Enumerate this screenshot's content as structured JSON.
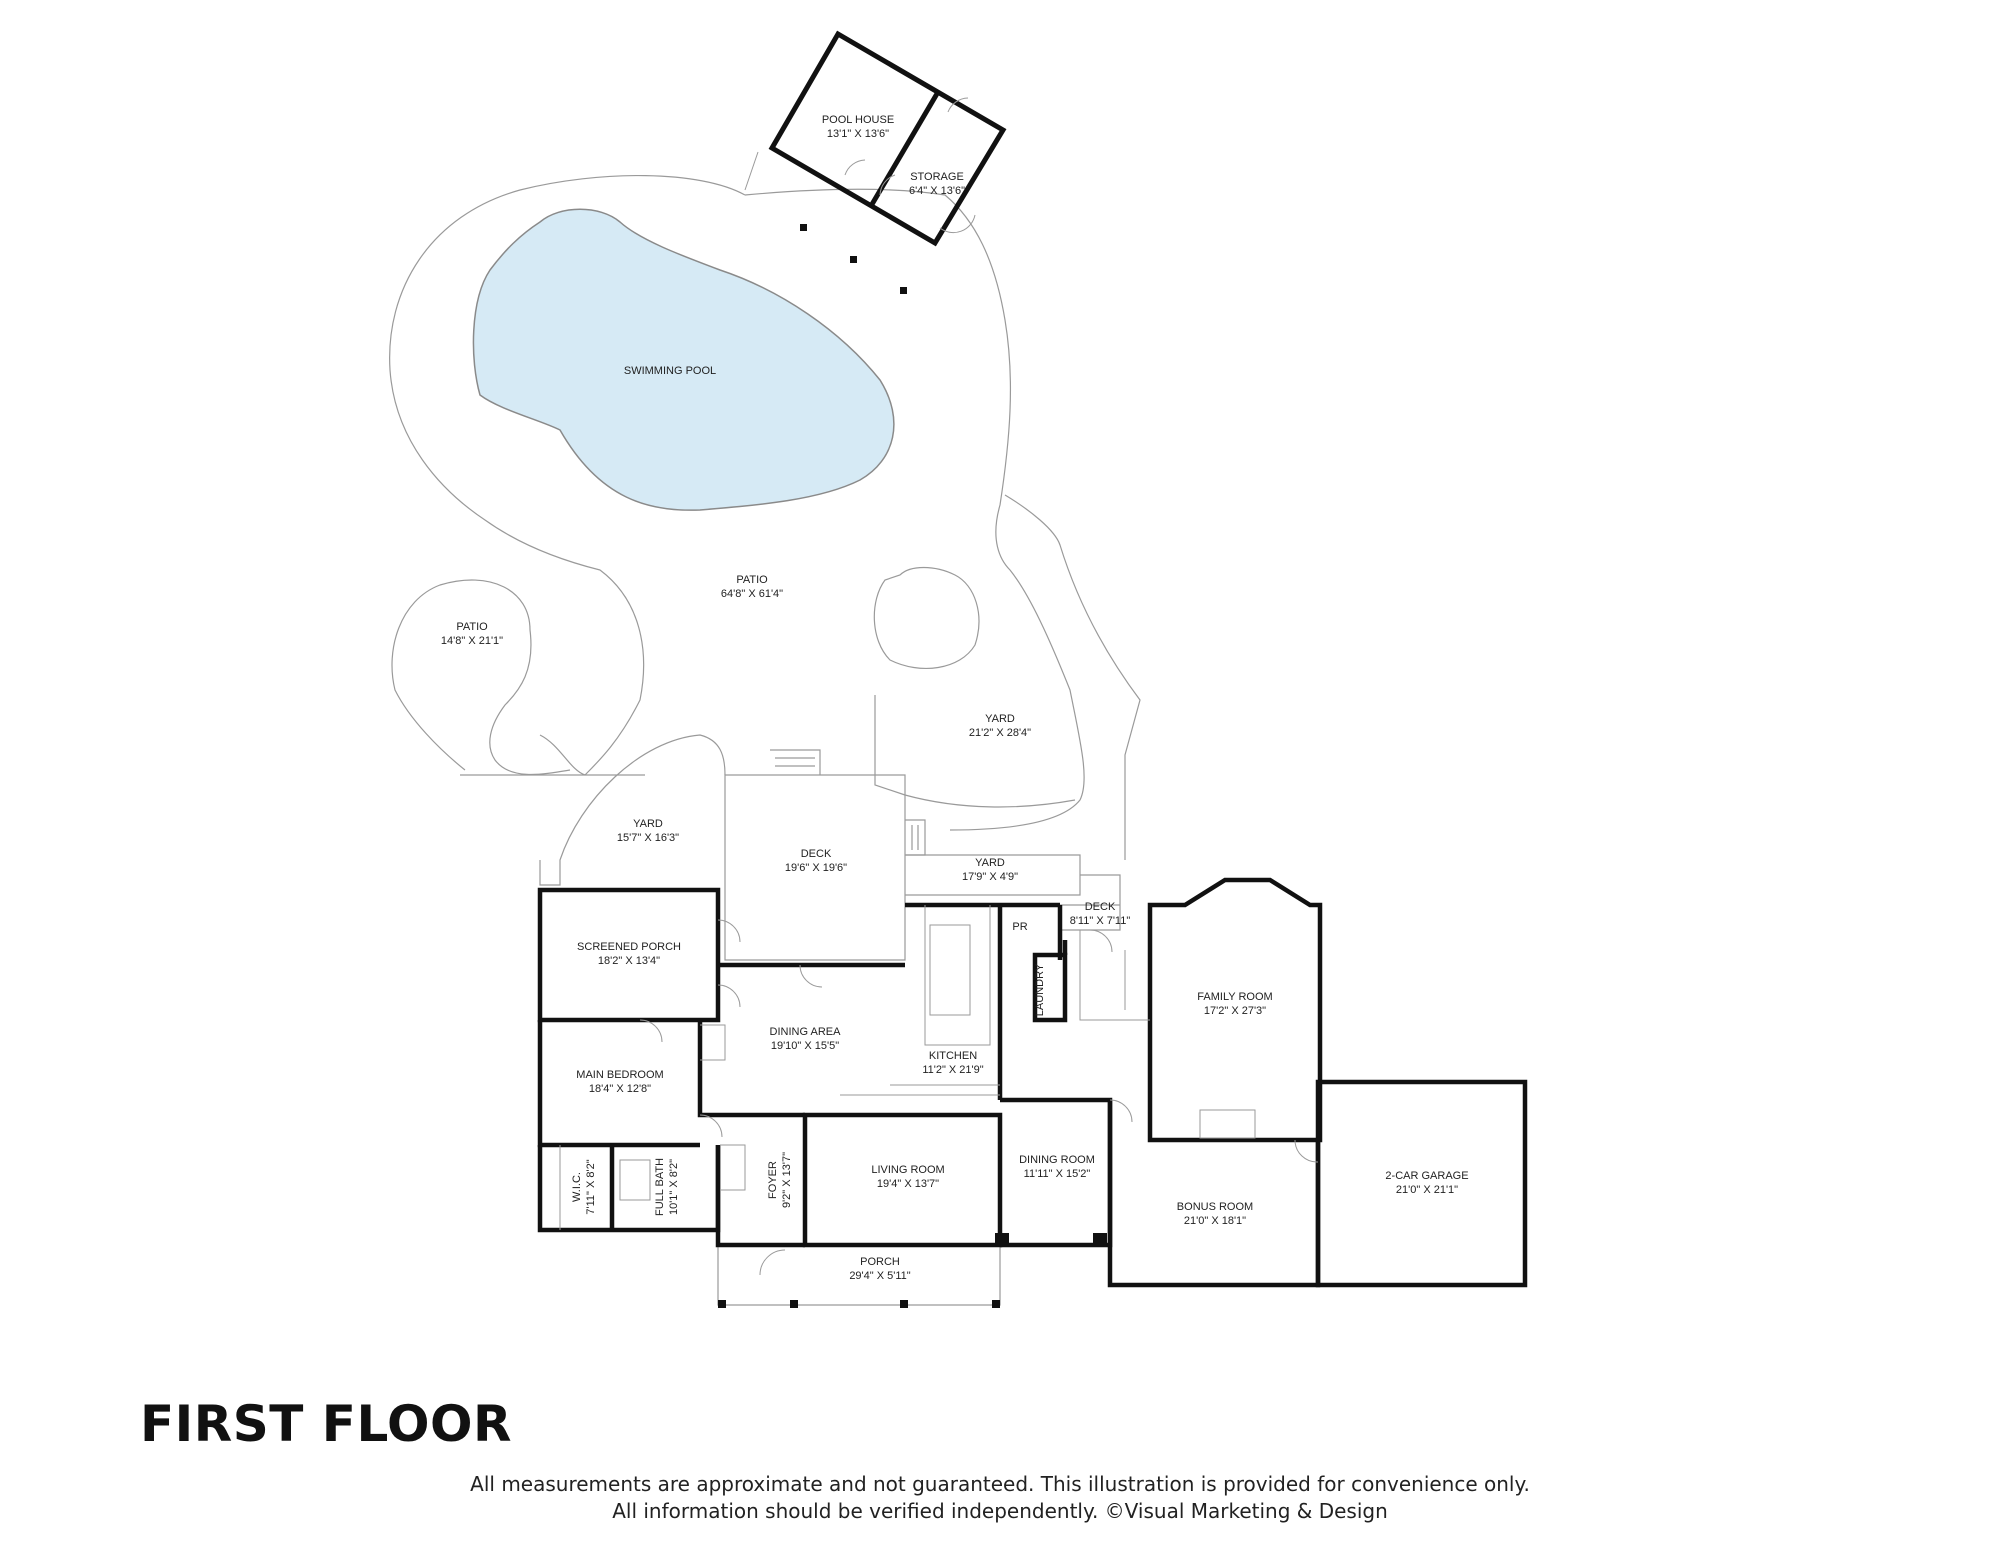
{
  "floor_title": "FIRST FLOOR",
  "disclaimer": {
    "line1": "All measurements are approximate and not guaranteed. This illustration is provided for convenience only.",
    "line2": "All information should be verified independently. ©Visual Marketing & Design"
  },
  "rooms": {
    "pool_house": {
      "name": "POOL HOUSE",
      "dims": "13'1\" X 13'6\""
    },
    "storage": {
      "name": "STORAGE",
      "dims": "6'4\" X 13'6\""
    },
    "swimming_pool": {
      "name": "SWIMMING POOL"
    },
    "patio_main": {
      "name": "PATIO",
      "dims": "64'8\" X 61'4\""
    },
    "patio_small": {
      "name": "PATIO",
      "dims": "14'8\" X 21'1\""
    },
    "yard_right": {
      "name": "YARD",
      "dims": "21'2\" X 28'4\""
    },
    "yard_left": {
      "name": "YARD",
      "dims": "15'7\" X 16'3\""
    },
    "deck_main": {
      "name": "DECK",
      "dims": "19'6\" X 19'6\""
    },
    "yard_strip": {
      "name": "YARD",
      "dims": "17'9\" X 4'9\""
    },
    "pr": {
      "name": "PR"
    },
    "deck_small": {
      "name": "DECK",
      "dims": "8'11\" X 7'11\""
    },
    "screened_porch": {
      "name": "SCREENED PORCH",
      "dims": "18'2\" X 13'4\""
    },
    "laundry": {
      "name": "LAUNDRY"
    },
    "family_room": {
      "name": "FAMILY ROOM",
      "dims": "17'2\" X 27'3\""
    },
    "dining_area": {
      "name": "DINING AREA",
      "dims": "19'10\" X 15'5\""
    },
    "kitchen": {
      "name": "KITCHEN",
      "dims": "11'2\" X 21'9\""
    },
    "main_bedroom": {
      "name": "MAIN BEDROOM",
      "dims": "18'4\" X 12'8\""
    },
    "wic": {
      "name": "W.I.C.",
      "dims": "7'11\" X 8'2\""
    },
    "full_bath": {
      "name": "FULL BATH",
      "dims": "10'1\" X 8'2\""
    },
    "foyer": {
      "name": "FOYER",
      "dims": "9'2\" X 13'7\""
    },
    "living_room": {
      "name": "LIVING ROOM",
      "dims": "19'4\" X 13'7\""
    },
    "dining_room": {
      "name": "DINING ROOM",
      "dims": "11'11\" X 15'2\""
    },
    "bonus_room": {
      "name": "BONUS ROOM",
      "dims": "21'0\" X 18'1\""
    },
    "garage": {
      "name": "2-CAR GARAGE",
      "dims": "21'0\" X 21'1\""
    },
    "porch": {
      "name": "PORCH",
      "dims": "29'4\" X 5'11\""
    }
  },
  "colors": {
    "wall": "#111111",
    "thin_line": "#9a9a9a",
    "pool_fill": "#d6eaf5",
    "text": "#222222"
  }
}
